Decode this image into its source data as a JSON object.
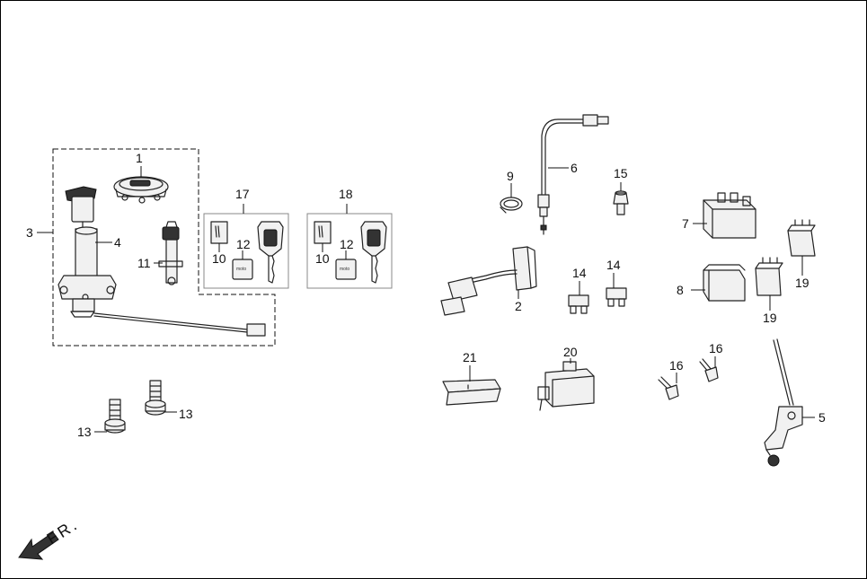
{
  "callouts": {
    "c1": "1",
    "c2": "2",
    "c3": "3",
    "c4": "4",
    "c5": "5",
    "c6": "6",
    "c7": "7",
    "c8": "8",
    "c9": "9",
    "c10a": "10",
    "c10b": "10",
    "c11": "11",
    "c12a": "12",
    "c12b": "12",
    "c13a": "13",
    "c13b": "13",
    "c14a": "14",
    "c14b": "14",
    "c15": "15",
    "c16a": "16",
    "c16b": "16",
    "c17": "17",
    "c18": "18",
    "c19a": "19",
    "c19b": "19",
    "c20": "20",
    "c21": "21"
  },
  "direction_label": "FR.",
  "icons": {
    "direction": "front-arrow-icon"
  }
}
